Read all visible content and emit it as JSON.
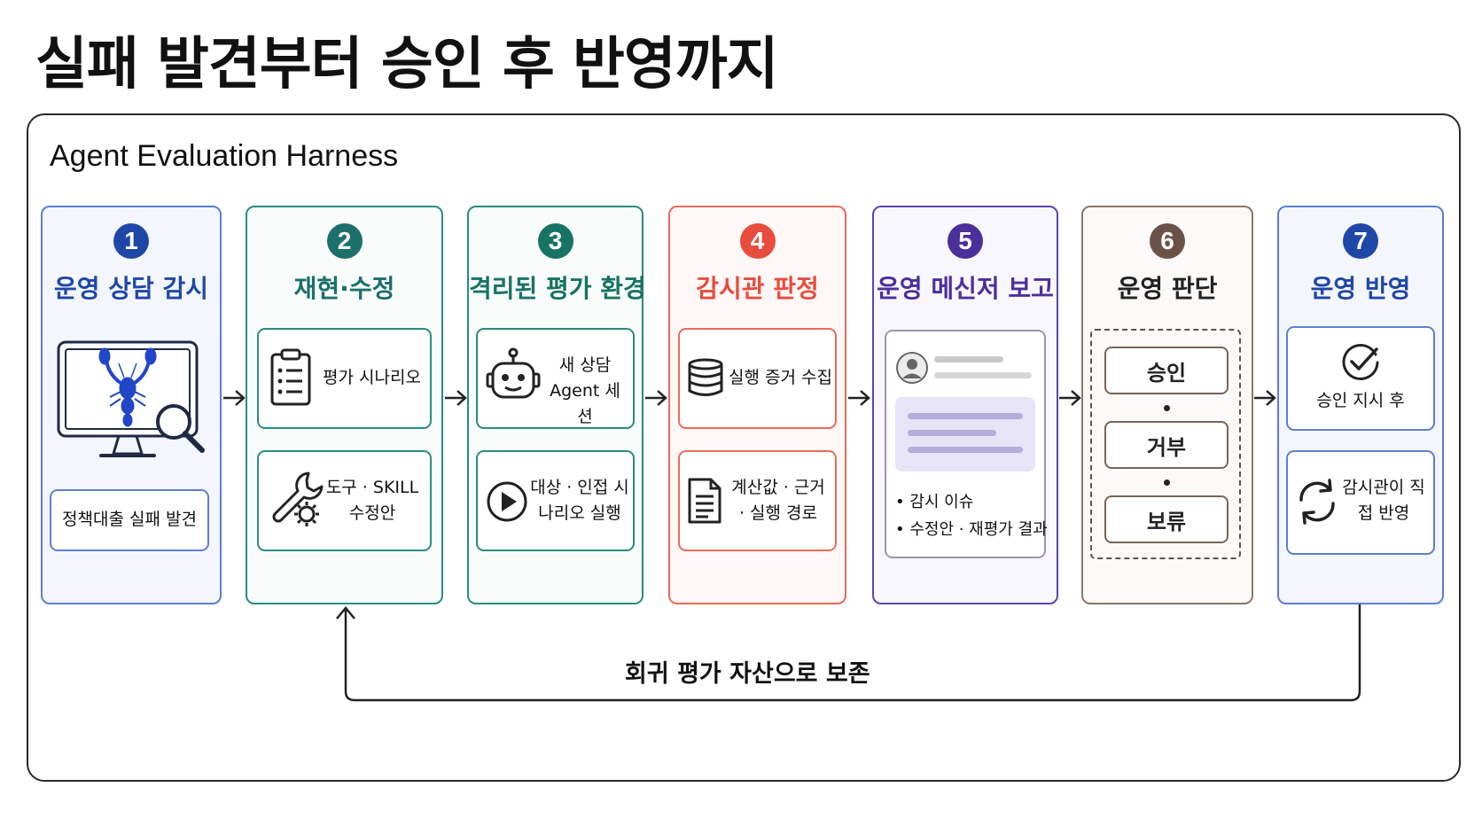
{
  "title": "실패 발견부터 승인 후 반영까지",
  "harness": "Agent Evaluation Harness",
  "steps": [
    {
      "num": "1",
      "title": "운영 상담 감시",
      "color": "#1f47a8",
      "cards": [
        "정책대출 실패 발견"
      ]
    },
    {
      "num": "2",
      "title": "재현·수정",
      "color": "#1c6f6a",
      "cards": [
        "평가 시나리오",
        "도구 · SKILL 수정안"
      ]
    },
    {
      "num": "3",
      "title": "격리된 평가 환경",
      "color": "#177363",
      "cards": [
        "새 상담 Agent 세션",
        "대상 · 인접 시나리오 실행"
      ]
    },
    {
      "num": "4",
      "title": "감시관 판정",
      "color": "#e84c3d",
      "cards": [
        "실행 증거 수집",
        "계산값 · 근거 · 실행 경로"
      ]
    },
    {
      "num": "5",
      "title": "운영 메신저 보고",
      "color": "#4b2f9c",
      "bullets": [
        "• 감시 이슈",
        "• 수정안 · 재평가 결과"
      ]
    },
    {
      "num": "6",
      "title": "운영 판단",
      "color": "#6b5248",
      "choices": [
        "승인",
        "거부",
        "보류"
      ]
    },
    {
      "num": "7",
      "title": "운영 반영",
      "color": "#1f47a8",
      "cards": [
        "승인 지시 후",
        "감시관이 직접 반영"
      ]
    }
  ],
  "feedback_label": "회귀 평가 자산으로 보존",
  "icons": [
    "lobster-monitor-icon",
    "magnifier-icon",
    "clipboard-icon",
    "wrench-gear-icon",
    "robot-icon",
    "play-icon",
    "database-icon",
    "document-icon",
    "avatar-icon",
    "check-circle-icon",
    "refresh-icon"
  ]
}
